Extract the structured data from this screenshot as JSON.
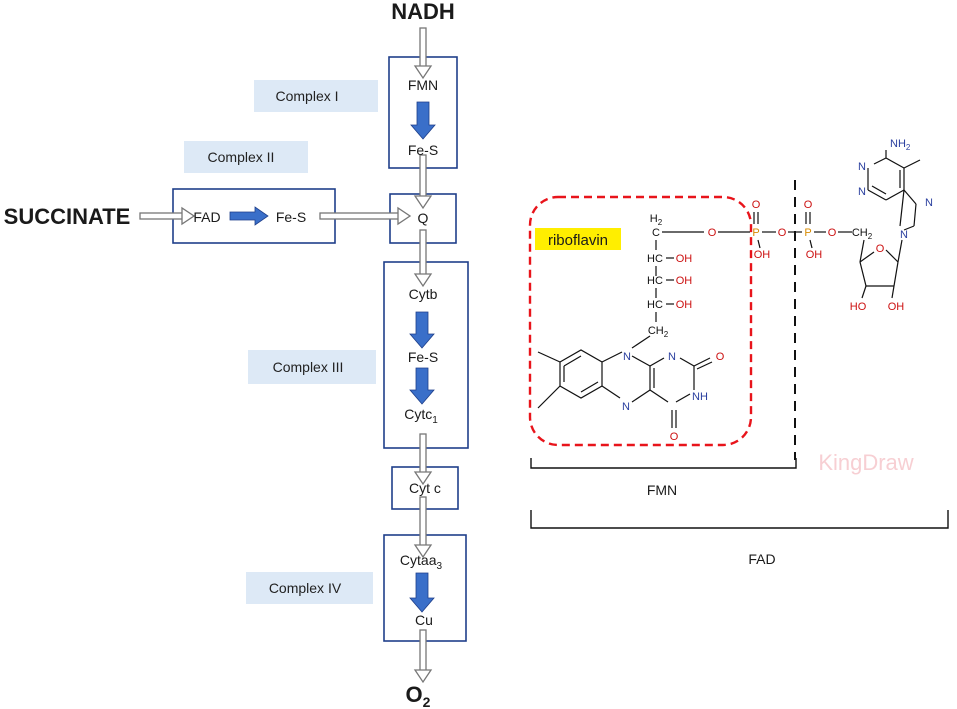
{
  "pathway": {
    "nadh": "NADH",
    "succinate": "SUCCINATE",
    "o2": "O",
    "o2_sub": "2",
    "complex_i": "Complex I",
    "complex_ii": "Complex II",
    "complex_iii": "Complex III",
    "complex_iv": "Complex IV",
    "fmn": "FMN",
    "fes_1": "Fe-S",
    "fad": "FAD",
    "fes_2": "Fe-S",
    "q": "Q",
    "cytb": "Cytb",
    "fes_3": "Fe-S",
    "cytc1": "Cytc",
    "cytc1_sub": "1",
    "cytc": "Cyt c",
    "cytaa3": "Cytaa",
    "cytaa3_sub": "3",
    "cu": "Cu"
  },
  "structure": {
    "riboflavin_label": "riboflavin",
    "fmn_label": "FMN",
    "fad_label": "FAD",
    "watermark": "KingDraw",
    "atoms": {
      "h2_top": "H",
      "h2_top_sub": "2",
      "c_top": "C",
      "hc1": "HC",
      "hc2": "HC",
      "hc3": "HC",
      "oh1": "OH",
      "oh2": "OH",
      "oh3": "OH",
      "ch2": "CH",
      "ch2_sub": "2",
      "n_ring1": "N",
      "n_ring2": "N",
      "n_ring3": "N",
      "nh": "NH",
      "o_carbonyl1": "O",
      "o_carbonyl2": "O",
      "o_link1": "O",
      "p1": "P",
      "p1_o": "O",
      "p1_oh": "OH",
      "o_link2": "O",
      "p2": "P",
      "p2_o": "O",
      "p2_oh": "OH",
      "o_link3": "O",
      "ch2_ribose": "CH",
      "ch2_ribose_sub": "2",
      "o_ribose": "O",
      "n_adenine1": "N",
      "n_adenine2": "N",
      "n_adenine3": "N",
      "n_adenine4": "N",
      "nh2": "NH",
      "nh2_sub": "2",
      "ho1": "HO",
      "oh_ribose": "OH"
    }
  },
  "colors": {
    "box_border": "#1f3f8a",
    "complex_bg": "#dde9f6",
    "arrow_blue": "#3a6fc9",
    "dashed_red": "#e8141b",
    "highlight": "#ffee00",
    "oxygen_red": "#cc1111",
    "nitrogen_blue": "#2a3f9f",
    "phosphorus_orange": "#d88a00",
    "watermark_pink": "#f7cfd3"
  }
}
